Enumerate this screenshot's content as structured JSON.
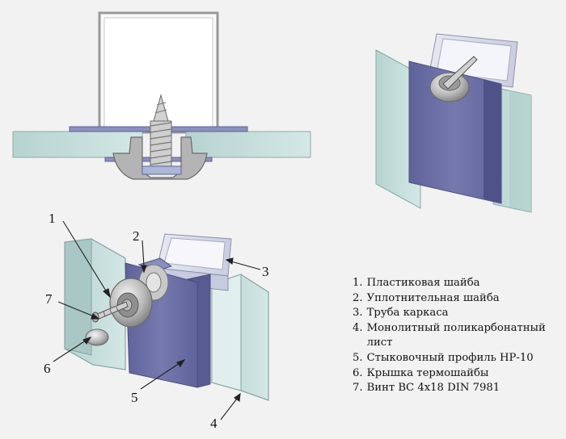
{
  "callouts": [
    "1",
    "2",
    "3",
    "4",
    "5",
    "6",
    "7"
  ],
  "legend": [
    {
      "num": "1.",
      "text": "Пластиковая шайба"
    },
    {
      "num": "2.",
      "text": "Уплотнительная шайба"
    },
    {
      "num": "3.",
      "text": "Труба каркаса"
    },
    {
      "num": "4.",
      "text": "Монолитный поликарбонатный лист"
    },
    {
      "num": "5.",
      "text": "Стыковочный профиль НР-10"
    },
    {
      "num": "6.",
      "text": "Крышка термошайбы"
    },
    {
      "num": "7.",
      "text": "Винт ВС 4x18 DIN 7981"
    }
  ],
  "colors": {
    "background": "#f2f2f2",
    "glass": "#c3dedb",
    "profile": "#6c70a6",
    "tube": "#dde0ec",
    "metal": "#a9a9a9"
  }
}
